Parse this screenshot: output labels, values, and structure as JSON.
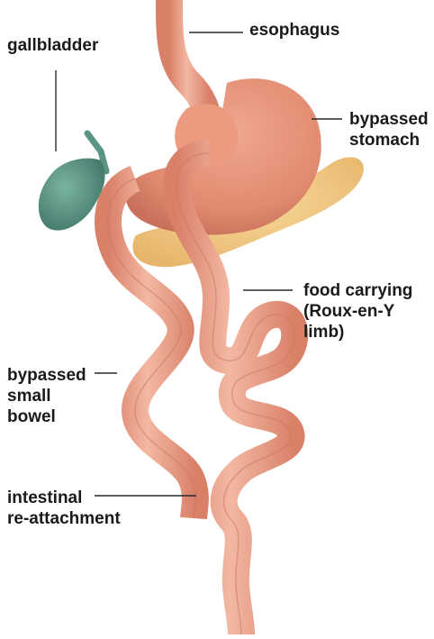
{
  "labels": {
    "gallbladder": "gallbladder",
    "esophagus": "esophagus",
    "bypassed_stomach": [
      "bypassed",
      "stomach"
    ],
    "food_carrying": [
      "food carrying",
      "(Roux-en-Y",
      "limb)"
    ],
    "bypassed_small_bowel": [
      "bypassed",
      "small",
      "bowel"
    ],
    "intestinal_reattachment": [
      "intestinal",
      "re-attachment"
    ]
  },
  "colors": {
    "tissue": "#e99d86",
    "tissue_dark": "#d77f67",
    "tissue_light": "#f6c4b1",
    "stomach": "#e58d72",
    "pancreas": "#f2c77e",
    "gallbladder": "#4f8f7d",
    "leader_line": "#2a2a2a"
  },
  "icons": {
    "anatomy": "gastric-bypass-illustration"
  }
}
